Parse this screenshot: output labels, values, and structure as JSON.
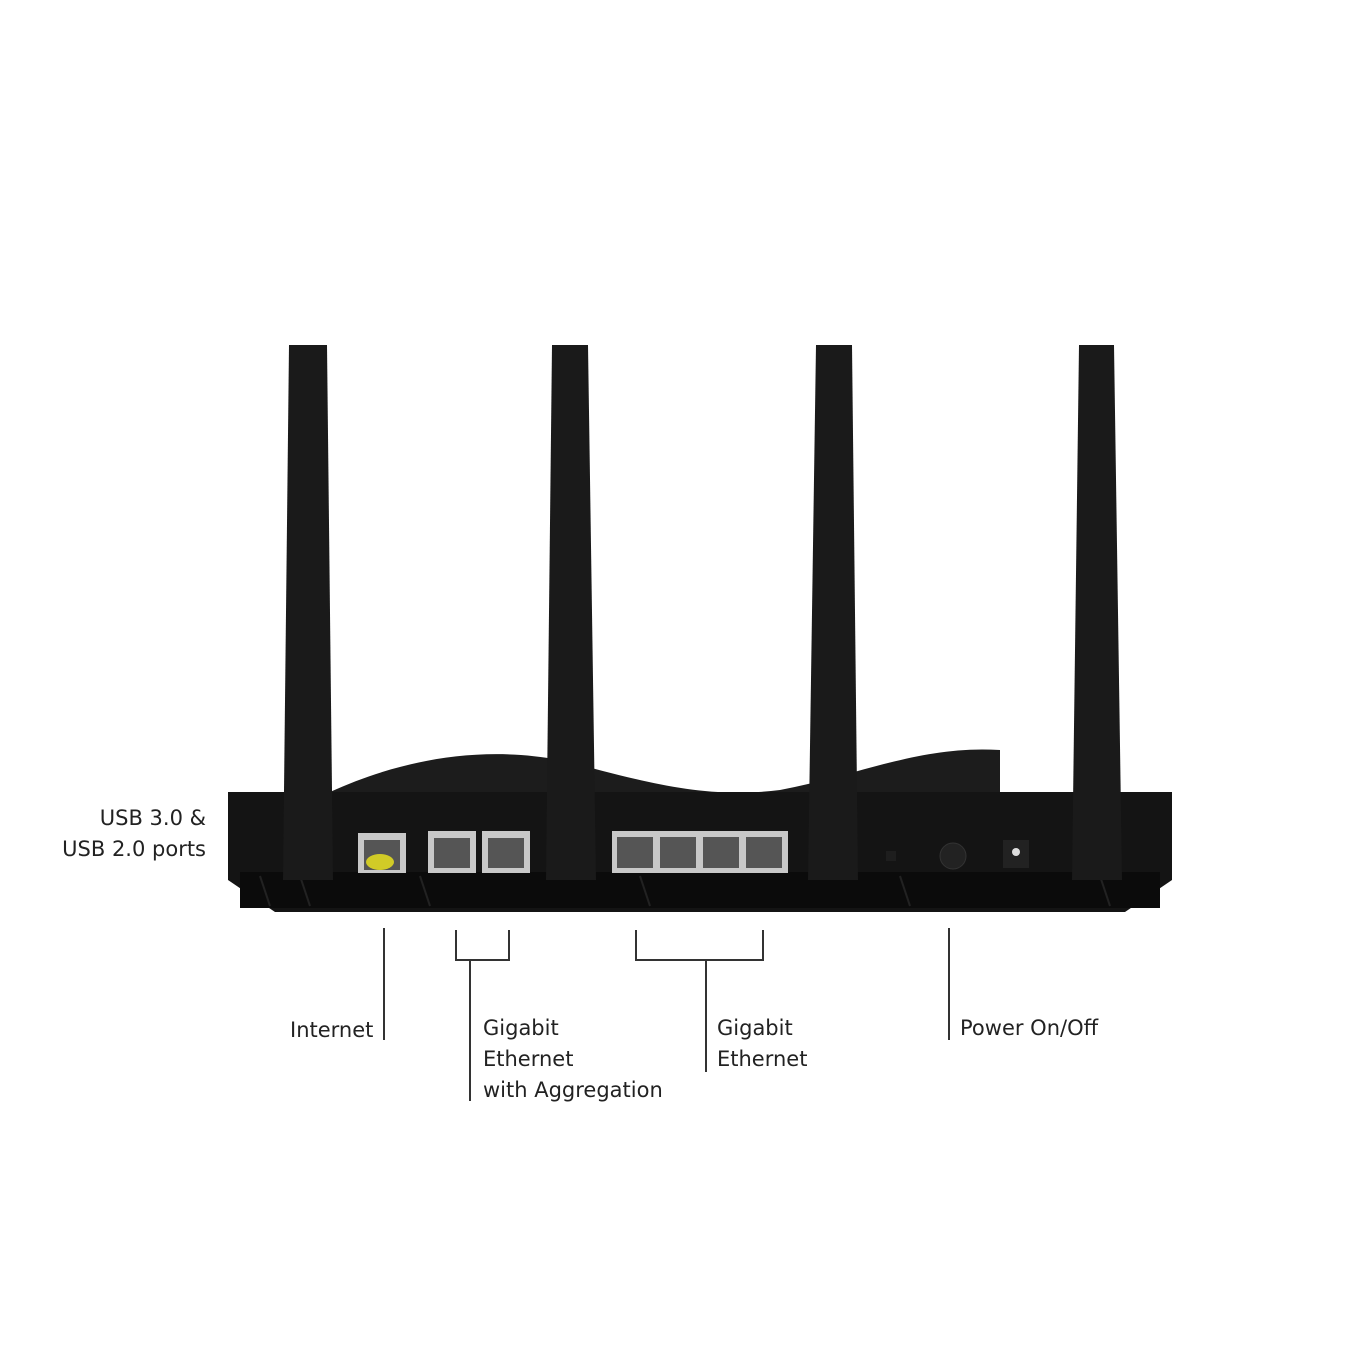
{
  "labels": {
    "usb": [
      "USB 3.0 &",
      "USB 2.0 ports"
    ],
    "internet": "Internet",
    "aggregation": [
      "Gigabit",
      "Ethernet",
      "with Aggregation"
    ],
    "gigabit_ethernet": [
      "Gigabit",
      "Ethernet"
    ],
    "power": "Power On/Off"
  },
  "colors": {
    "router_body": "#151515",
    "port_frame": "#c8c8c8",
    "internet_port_light": "#e8e020",
    "callout_line": "#333333"
  }
}
